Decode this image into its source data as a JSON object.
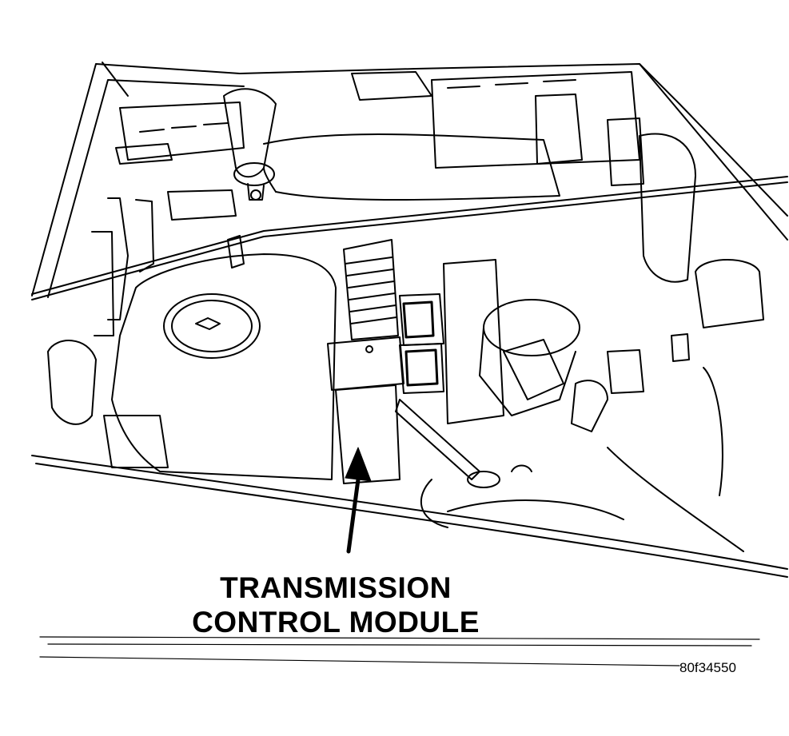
{
  "callout": {
    "line1": "TRANSMISSION",
    "line2": "CONTROL MODULE"
  },
  "figure_code": "80f34550",
  "colors": {
    "ink": "#000000",
    "paper": "#ffffff"
  }
}
